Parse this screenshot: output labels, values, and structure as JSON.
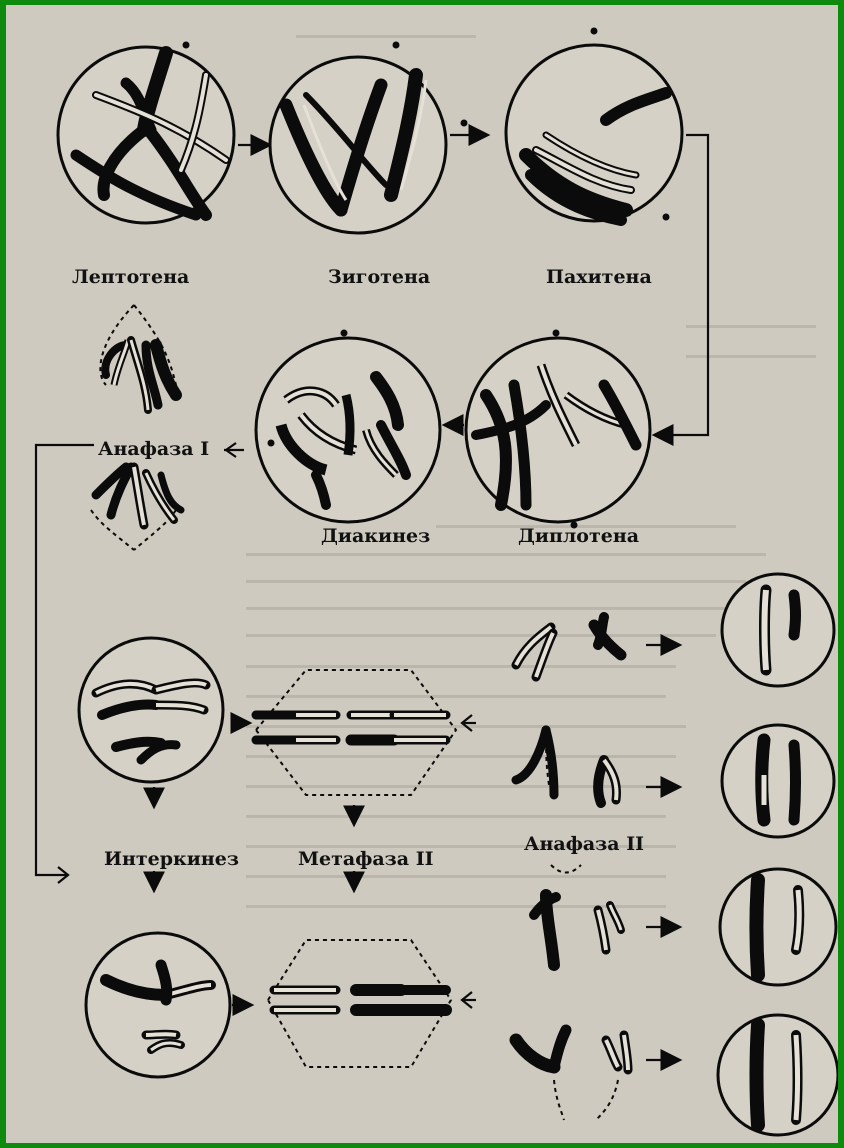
{
  "stages": {
    "leptotene": "Лептотена",
    "zygotene": "Зиготена",
    "pachytene": "Пахитена",
    "diplotene": "Диплотена",
    "diakinesis": "Диакинез",
    "anaphase1": "Анафаза I",
    "interkinesis": "Интеркинез",
    "metaphase2": "Метафаза II",
    "anaphase2": "Анафаза II"
  },
  "colors": {
    "border": "#0e8a0e",
    "paper": "#cfcac0",
    "ink": "#0b0b0b"
  }
}
